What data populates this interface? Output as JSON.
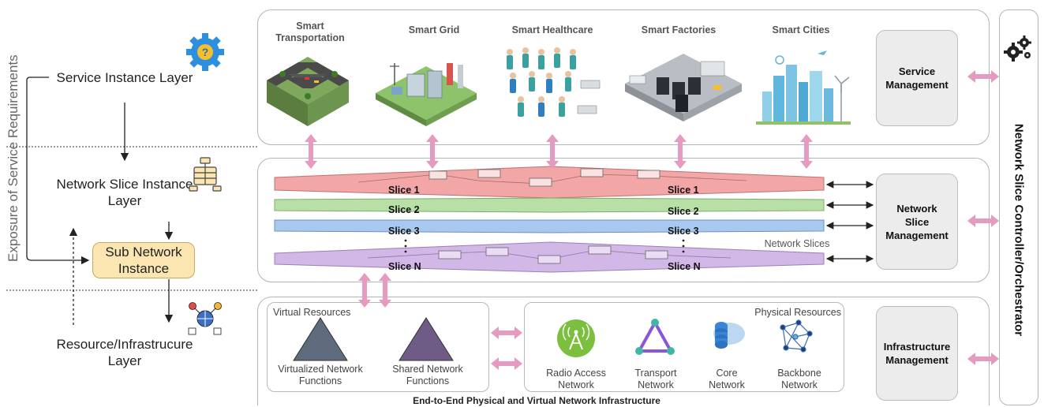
{
  "left": {
    "service_instance": "Service Instance Layer",
    "network_slice_instance": "Network Slice Instance Layer",
    "sub_network_instance": "Sub Network Instance",
    "resource_layer": "Resource/Infrastrucure Layer",
    "exposure_label": "Exposure of Service Requirements"
  },
  "applications": [
    {
      "label": "Smart Transportation"
    },
    {
      "label": "Smart Grid"
    },
    {
      "label": "Smart Healthcare"
    },
    {
      "label": "Smart Factories"
    },
    {
      "label": "Smart Cities"
    }
  ],
  "slices": [
    {
      "label": "Slice 1",
      "color": "#f3a6a6"
    },
    {
      "label": "Slice 2",
      "color": "#b8e0a6"
    },
    {
      "label": "Slice 3",
      "color": "#a9c8f0"
    },
    {
      "label": "Slice N",
      "color": "#d2b8e6"
    }
  ],
  "network_slices_label": "Network Slices",
  "management": {
    "service": "Service Management",
    "network_slice": "Network Slice Management",
    "infrastructure": "Infrastructure Management"
  },
  "controller_label": "Network Slice Controller/Orchestrator",
  "virtual": {
    "title": "Virtual Resources",
    "vnf": "Virtualized Network Functions",
    "shared": "Shared Network Functions",
    "vnf_color": "#5d6b7c",
    "shared_color": "#6e5b86"
  },
  "physical": {
    "title": "Physical Resources",
    "items": [
      {
        "label": "Radio Access Network",
        "icon": "radio-tower-icon"
      },
      {
        "label": "Transport Network",
        "icon": "transport-triangle-icon"
      },
      {
        "label": "Core Network",
        "icon": "cloud-database-icon"
      },
      {
        "label": "Backbone Network",
        "icon": "backbone-mesh-icon"
      }
    ]
  },
  "footer": "End-to-End Physical and Virtual Network Infrastructure",
  "colors": {
    "arrow_pink": "#e59ac0",
    "layer_fill": "#fbe6b2"
  }
}
